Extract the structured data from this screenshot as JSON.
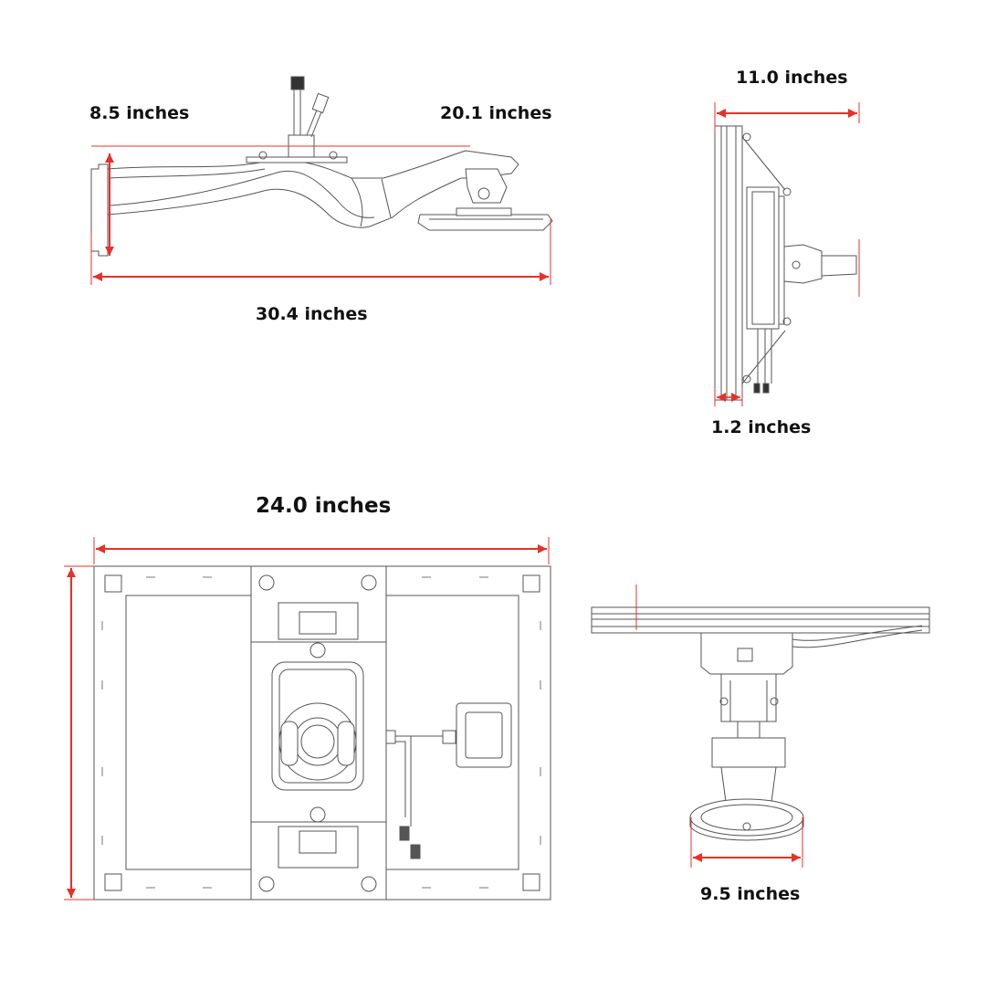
{
  "dimensions": {
    "mount_height": "8.5 inches",
    "arm_reach": "20.1 inches",
    "overall_length": "30.4 inches",
    "panel_height": "11.0 inches",
    "panel_thickness": "1.2 inches",
    "panel_width": "24.0 inches",
    "base_diameter": "9.5 inches"
  },
  "colors": {
    "dimension_line": "#e8302a",
    "drawing_line": "#555555",
    "label_text": "#111111",
    "background": "#ffffff"
  }
}
